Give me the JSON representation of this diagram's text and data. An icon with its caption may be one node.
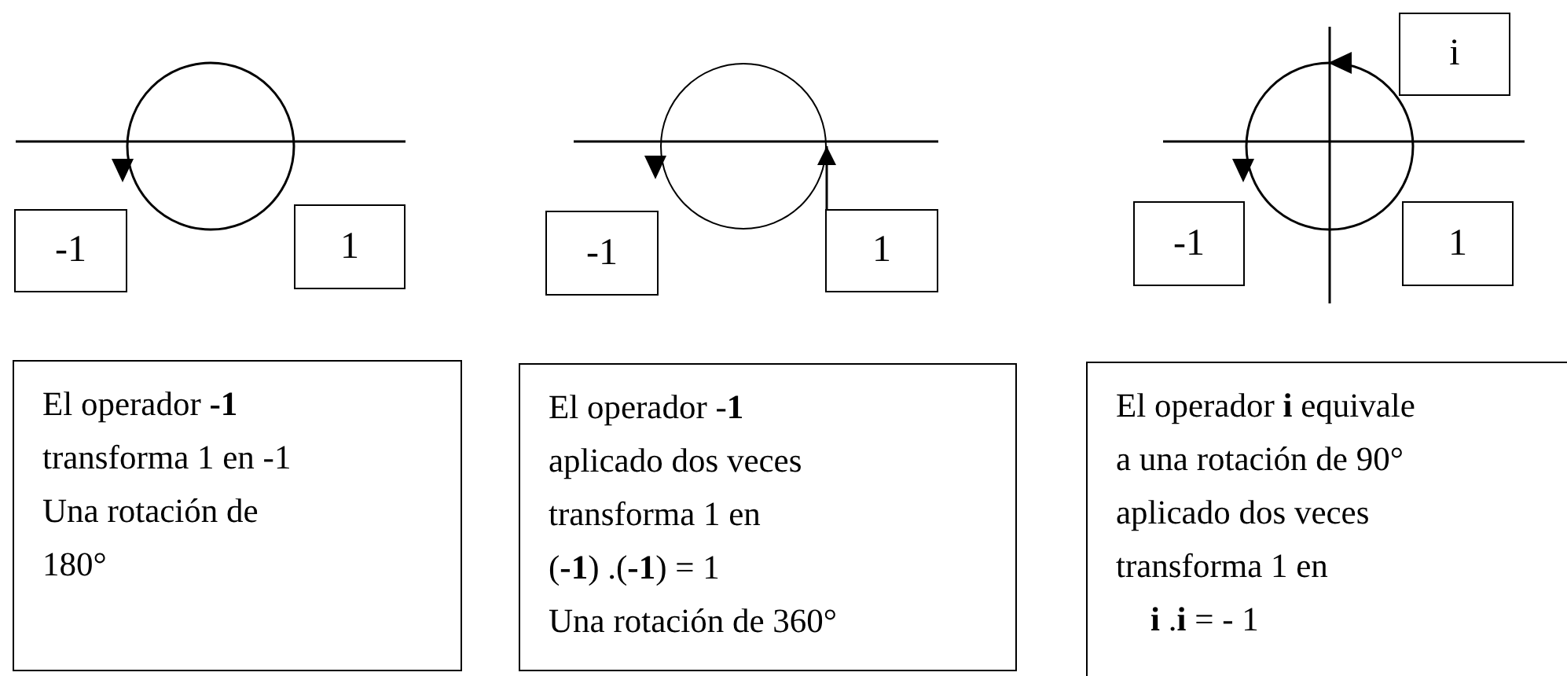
{
  "diagram": {
    "nodes": [
      {
        "text": [
          "-1"
        ]
      },
      {
        "text": [
          "1"
        ]
      },
      {
        "text": [],
        "shape": "circle"
      },
      {
        "text": [
          "-1"
        ]
      },
      {
        "text": [
          "1"
        ]
      },
      {
        "text": [
          "i"
        ]
      },
      {
        "text": [
          "-1"
        ]
      },
      {
        "text": [
          "1"
        ]
      },
      {
        "text": [
          "El operador **-1** transforma 1 en -1 Una rotación de 180°"
        ]
      },
      {
        "text": [
          "El operador -**1** aplicado dos veces transforma 1 en (**-1**) .(**-1**) = 1 Una rotación de 360°"
        ]
      },
      {
        "text": [
          "El operador **i** equivale a una rotación de 90° aplicado dos veces transforma 1 en **i** .**i** = - 1"
        ]
      }
    ],
    "edges": [
      {
        "from": 4,
        "to": 2,
        "arrow": "to"
      }
    ]
  }
}
